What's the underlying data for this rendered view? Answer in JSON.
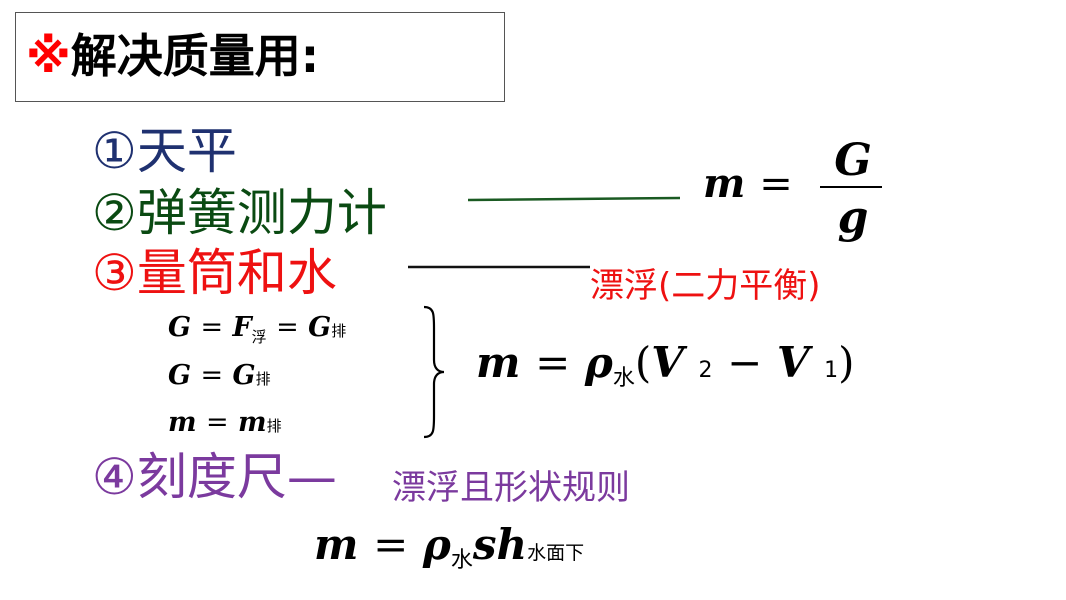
{
  "title": {
    "mark": "※",
    "text": "解决质量用:"
  },
  "items": [
    {
      "num": "①",
      "text": "天平"
    },
    {
      "num": "②",
      "text": "弹簧测力计"
    },
    {
      "num": "③",
      "text": "量筒和水"
    },
    {
      "num": "④",
      "text": "刻度尺—"
    }
  ],
  "notes": {
    "float_balance": "漂浮(二力平衡)",
    "float_regular": "漂浮且形状规则"
  },
  "formulas": {
    "spring": {
      "m": "m",
      "eq": "=",
      "num": "G",
      "den": "g"
    },
    "eq1": {
      "a": "G",
      "eq1": "=",
      "b": "F",
      "b_sub": "浮",
      "eq2": "=",
      "c": "G",
      "c_sub": "排"
    },
    "eq2": {
      "a": "G",
      "eq": "=",
      "b": "G",
      "b_sub": "排"
    },
    "eq3": {
      "a": "m",
      "eq": "=",
      "b": "m",
      "b_sub": "排"
    },
    "cylinder": {
      "m": "m",
      "eq": "=",
      "rho": "ρ",
      "rho_sub": "水",
      "open": "(",
      "v2": "V",
      "v2_sub": "2",
      "minus": "−",
      "v1": "V",
      "v1_sub": "1",
      "close": ")"
    },
    "ruler": {
      "m": "m",
      "eq": "=",
      "rho": "ρ",
      "rho_sub": "水",
      "s": "s",
      "h": "h",
      "h_sub": "水面下"
    }
  },
  "colors": {
    "mark": "#ff0000",
    "item1": "#1f3170",
    "item2": "#0a4a12",
    "item3": "#ee1111",
    "item4": "#7b3a9e"
  }
}
